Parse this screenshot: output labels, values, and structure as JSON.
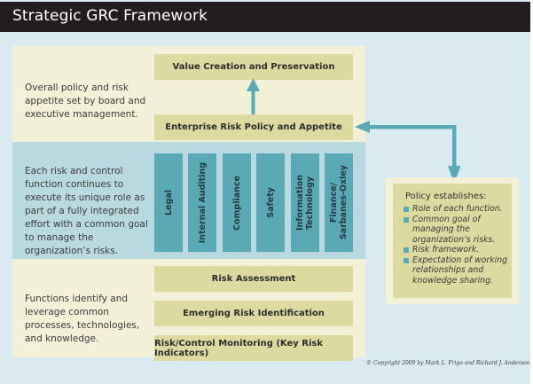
{
  "header": {
    "title": "Strategic GRC Framework"
  },
  "colors": {
    "header_bg": "#221e1f",
    "background": "#d9eaf0",
    "cream_section": "#f2f1d8",
    "blue_section": "#b8d9e0",
    "olive_box": "#dcdaa1",
    "teal_accent": "#5ca9b6"
  },
  "sections": {
    "top": {
      "description": "Overall policy and risk appetite set by board and executive management.",
      "boxes": [
        "Value Creation and Preservation",
        "Enterprise Risk Policy and Appetite"
      ]
    },
    "middle": {
      "description": "Each risk and control function continues to execute its unique role as part of a fully integrated effort with a common goal to manage the organization’s risks.",
      "functions": [
        "Legal",
        "Internal Auditing",
        "Compliance",
        "Safety",
        "Information\nTechnology",
        "Finance/\nSarbanes-Oxley"
      ]
    },
    "bottom": {
      "description": "Functions identify and leverage common processes, technologies, and knowledge.",
      "boxes": [
        "Risk Assessment",
        "Emerging Risk Identification",
        "Risk/Control Monitoring (Key Risk Indicators)"
      ]
    }
  },
  "policy": {
    "title": "Policy establishes:",
    "items": [
      "Role of each function.",
      "Common goal of managing the organization’s risks.",
      "Risk framework.",
      "Expectation of working relationships and knowledge sharing."
    ]
  },
  "copyright": "© Copyright 2009 by Mark L. Frigo and Richard J. Anderson"
}
